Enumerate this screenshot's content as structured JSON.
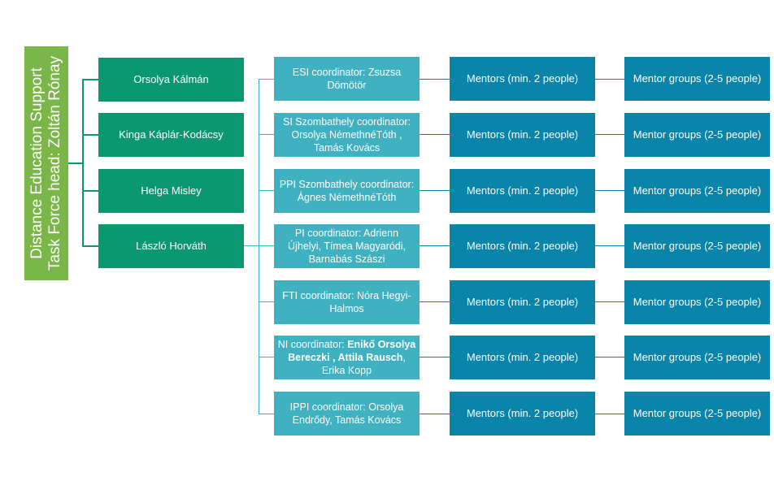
{
  "root": {
    "line1": "Distance Education Support",
    "line2": "Task Force head: Zoltán Rónay"
  },
  "members": [
    "Orsolya Kálmán",
    "Kinga Káplár-Kodácsy",
    "Helga Misley",
    "László Horváth"
  ],
  "coordinators": [
    {
      "plain": "ESI coordinator: Zsuzsa Dömötör"
    },
    {
      "plain": "SI Szombathely coordinator: Orsolya NémethnéTóth , Tamás Kovács"
    },
    {
      "plain": "PPI Szombathely coordinator: Ágnes NémethnéTóth"
    },
    {
      "plain": "PI coordinator: Adrienn Újhelyi, Tímea Magyaródi, Barnabás Szászi"
    },
    {
      "plain": "FTI coordinator: Nóra Hegyi-Halmos"
    },
    {
      "pre": "NI coordinator: ",
      "bold": "Enikő Orsolya Bereczki , Attila Rausch",
      "post": ", Erika Kopp"
    },
    {
      "plain": "IPPI coordinator: Orsolya Endrődy, Tamás Kovács"
    }
  ],
  "mentors_label": "Mentors (min. 2 people)",
  "groups_label": "Mentor groups (2-5 people)",
  "colors": {
    "root": "#7ab648",
    "member": "#0b9770",
    "coordinator": "#3fb1c0",
    "mentor": "#0b84a9"
  }
}
